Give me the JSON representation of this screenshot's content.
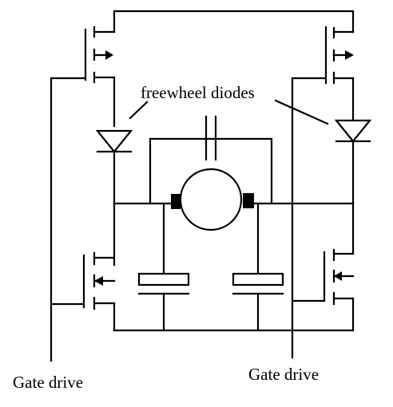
{
  "labels": {
    "freewheel": "freewheel diodes",
    "gate_drive_left": "Gate drive",
    "gate_drive_right": "Gate drive"
  },
  "colors": {
    "stroke": "#000000",
    "fill": "#000000",
    "background": "#ffffff"
  }
}
